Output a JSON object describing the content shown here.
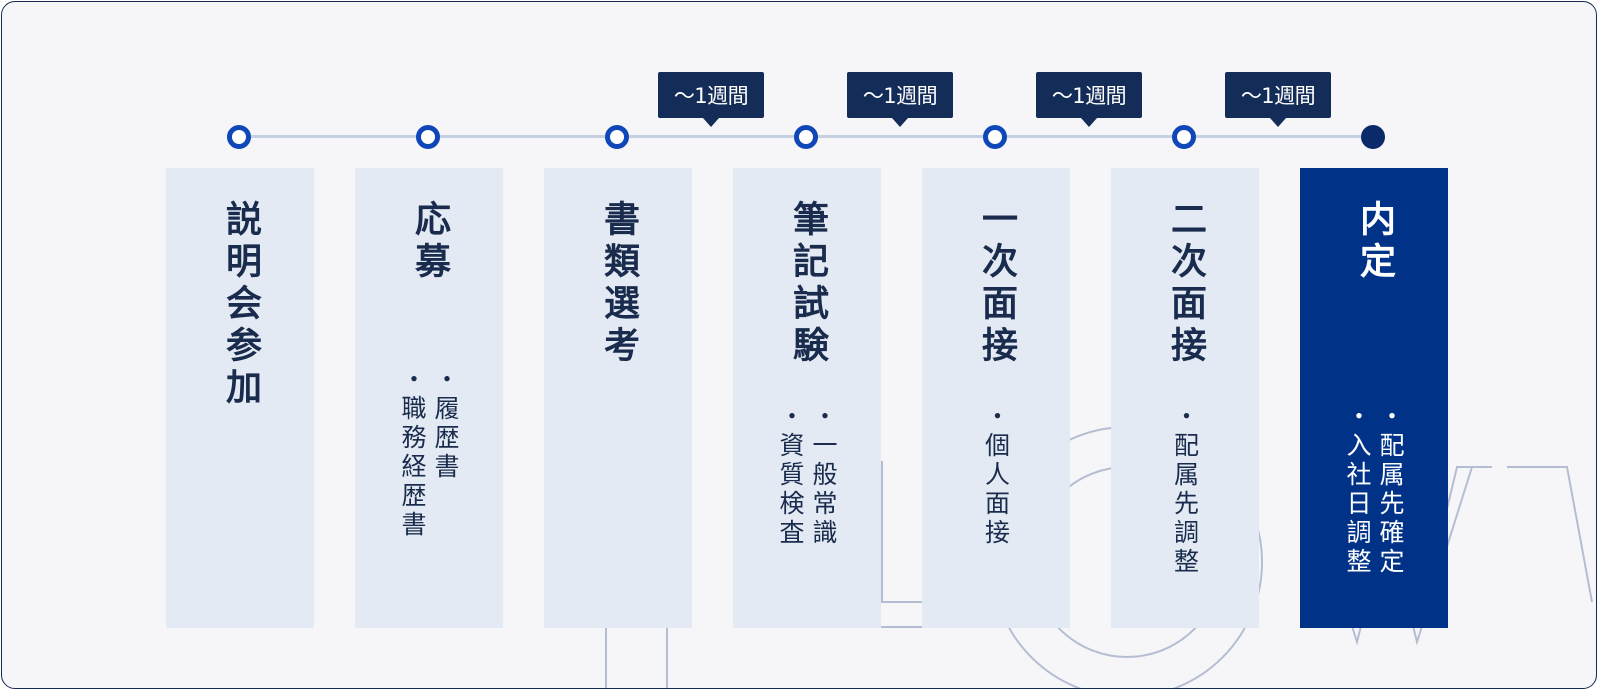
{
  "flow": {
    "duration_labels": [
      "〜1週間",
      "〜1週間",
      "〜1週間",
      "〜1週間"
    ],
    "steps": [
      {
        "title": "説明会参加",
        "details": []
      },
      {
        "title": "応募",
        "details": [
          "・履歴書",
          "・職務経歴書"
        ]
      },
      {
        "title": "書類選考",
        "details": []
      },
      {
        "title": "筆記試験",
        "details": [
          "・一般常識",
          "・資質検査"
        ]
      },
      {
        "title": "一次面接",
        "details": [
          "・個人面接"
        ]
      },
      {
        "title": "二次面接",
        "details": [
          "・配属先調整"
        ]
      },
      {
        "title": "内定",
        "details": [
          "・配属先確定",
          "・入社日調整"
        ]
      }
    ]
  },
  "background_word": "FLOW",
  "colors": {
    "accent": "#0f47b8",
    "navy": "#142d58",
    "highlight": "#003388",
    "card": "#e4eaf3",
    "line": "#c5d0e3",
    "background": "#f6f6f8"
  }
}
